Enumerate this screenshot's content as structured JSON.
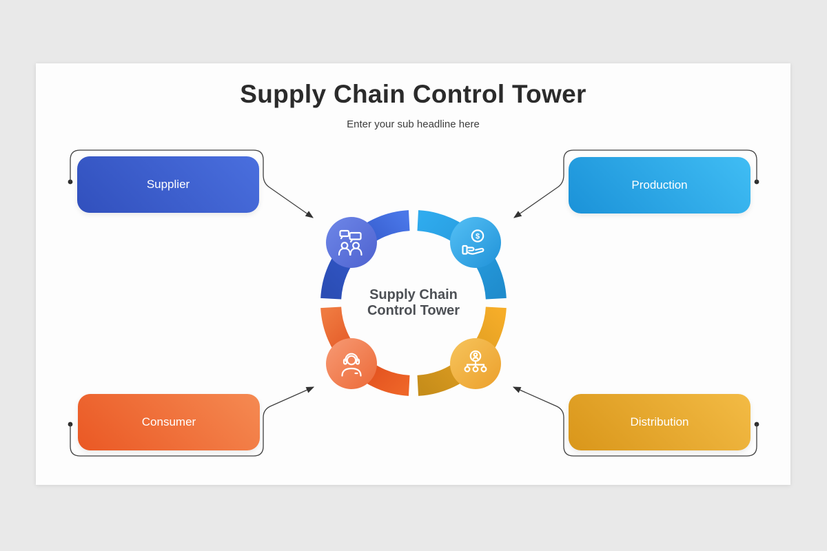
{
  "slide": {
    "title": "Supply Chain Control Tower",
    "subtitle": "Enter your sub headline here",
    "background": "#fdfdfd",
    "page_background": "#e9e9e9",
    "title_color": "#2b2b2b"
  },
  "center_label": {
    "line1": "Supply Chain",
    "line2": "Control Tower",
    "color": "#4d5055"
  },
  "nodes": [
    {
      "label": "Supplier",
      "position": "top-left",
      "icon": "discussion-icon",
      "box_gradient_from": "#3150bd",
      "box_gradient_to": "#4a6fde",
      "arc_gradient_from": "#2b4db4",
      "arc_gradient_to": "#4a77e8",
      "badge_gradient_from": "#6e87e8",
      "badge_gradient_to": "#4e62cf"
    },
    {
      "label": "Production",
      "position": "top-right",
      "icon": "coin-hand-icon",
      "box_gradient_from": "#1b92d8",
      "box_gradient_to": "#40bdf4",
      "arc_gradient_from": "#2fabee",
      "arc_gradient_to": "#1f8ccd",
      "badge_gradient_from": "#55c0f5",
      "badge_gradient_to": "#2092d8"
    },
    {
      "label": "Consumer",
      "position": "bottom-left",
      "icon": "headset-person-icon",
      "box_gradient_from": "#ea5824",
      "box_gradient_to": "#f58a52",
      "arc_gradient_from": "#ef7a40",
      "arc_gradient_to": "#ee6528",
      "badge_gradient_from": "#f79a74",
      "badge_gradient_to": "#ec6a38"
    },
    {
      "label": "Distribution",
      "position": "bottom-right",
      "icon": "hierarchy-icon",
      "box_gradient_from": "#d9961a",
      "box_gradient_to": "#f3bb45",
      "arc_gradient_from": "#f6ad29",
      "arc_gradient_to": "#c68d1a",
      "badge_gradient_from": "#f6c45c",
      "badge_gradient_to": "#eca02c"
    }
  ],
  "connectors": {
    "color": "#3f3f3f",
    "dot_color": "#2e2e2e"
  }
}
